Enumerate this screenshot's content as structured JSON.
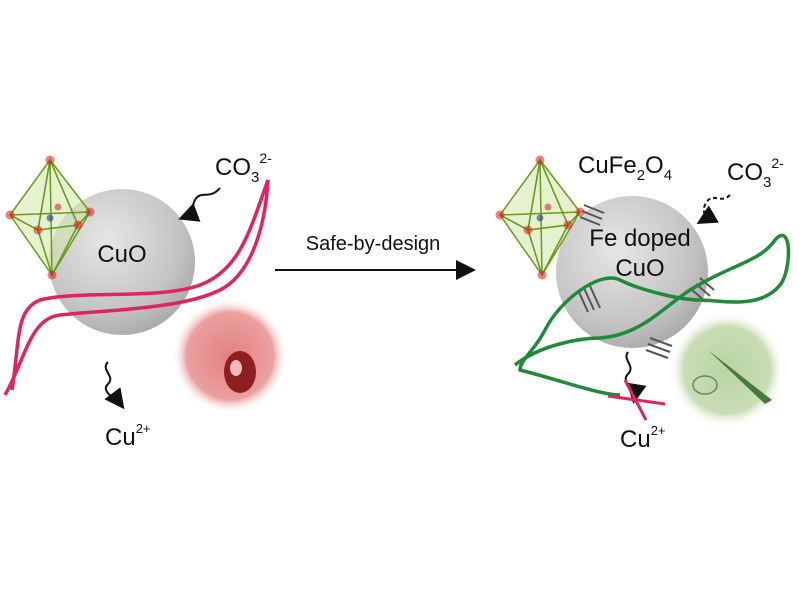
{
  "left": {
    "particle_label": "CuO",
    "carbonate": {
      "base": "CO",
      "sub": "3",
      "sup": "2-"
    },
    "ion": {
      "base": "Cu",
      "sup": "2+"
    }
  },
  "arrow_label": "Safe-by-design",
  "right": {
    "formula": {
      "a": "CuFe",
      "sub1": "2",
      "b": "O",
      "sub2": "4"
    },
    "particle_label_line1": "Fe doped",
    "particle_label_line2": "CuO",
    "carbonate": {
      "base": "CO",
      "sub": "3",
      "sup": "2-"
    },
    "ion": {
      "base": "Cu",
      "sup": "2+"
    }
  },
  "colors": {
    "toxic": "#e0245e",
    "safe": "#1f8a3a",
    "sphere": "#c8c8c8"
  }
}
